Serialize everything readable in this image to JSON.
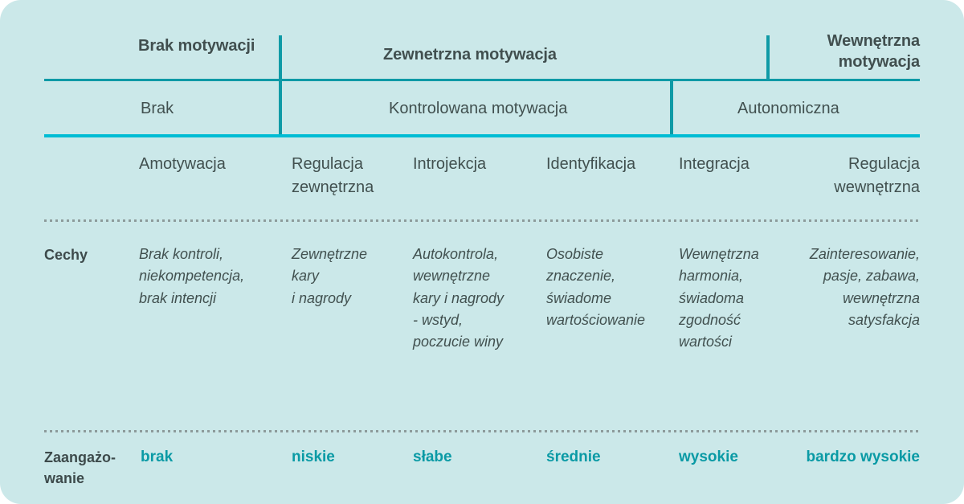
{
  "colors": {
    "background": "#cbe8e9",
    "rule_teal": "#0f9aa6",
    "rule_cyan": "#00bcd4",
    "text": "#41504f",
    "accent": "#0a9aa5",
    "dotted": "#8d9b9b"
  },
  "header_top": [
    {
      "label": "Brak motywacji"
    },
    {
      "label": "Zewnetrzna motywacja"
    },
    {
      "label": "Wewnętrzna\nmotywacja"
    }
  ],
  "header_top_line1": "Brak motywacji",
  "header_top_line2": "Zewnetrzna motywacja",
  "header_top_line3a": "Wewnętrzna",
  "header_top_line3b": "motywacja",
  "header_second": {
    "brak": "Brak",
    "kontrolowana": "Kontrolowana motywacja",
    "autonomiczna": "Autonomiczna"
  },
  "subcategories": [
    {
      "line1": "Amotywacja",
      "line2": ""
    },
    {
      "line1": "Regulacja",
      "line2": "zewnętrzna"
    },
    {
      "line1": "Introjekcja",
      "line2": ""
    },
    {
      "line1": "Identyfikacja",
      "line2": ""
    },
    {
      "line1": "Integracja",
      "line2": ""
    },
    {
      "line1": "Regulacja",
      "line2": "wewnętrzna"
    }
  ],
  "rows": {
    "cechy": {
      "label": "Cechy",
      "values": [
        "Brak kontroli,\nniekompetencja,\nbrak intencji",
        "Zewnętrzne\nkary\ni nagrody",
        "Autokontrola,\nwewnętrzne\nkary i nagrody\n- wstyd,\npoczucie winy",
        "Osobiste\nznaczenie,\nświadome\nwartościowanie",
        "Wewnętrzna\nharmonia,\nświadoma\nzgodność\nwartości",
        "Zainteresowanie,\npasje, zabawa,\nwewnętrzna\nsatysfakcja"
      ]
    },
    "zaangazowanie": {
      "label_line1": "Zaangażo-",
      "label_line2": "wanie",
      "values": [
        "brak",
        "niskie",
        "słabe",
        "średnie",
        "wysokie",
        "bardzo wysokie"
      ]
    }
  }
}
